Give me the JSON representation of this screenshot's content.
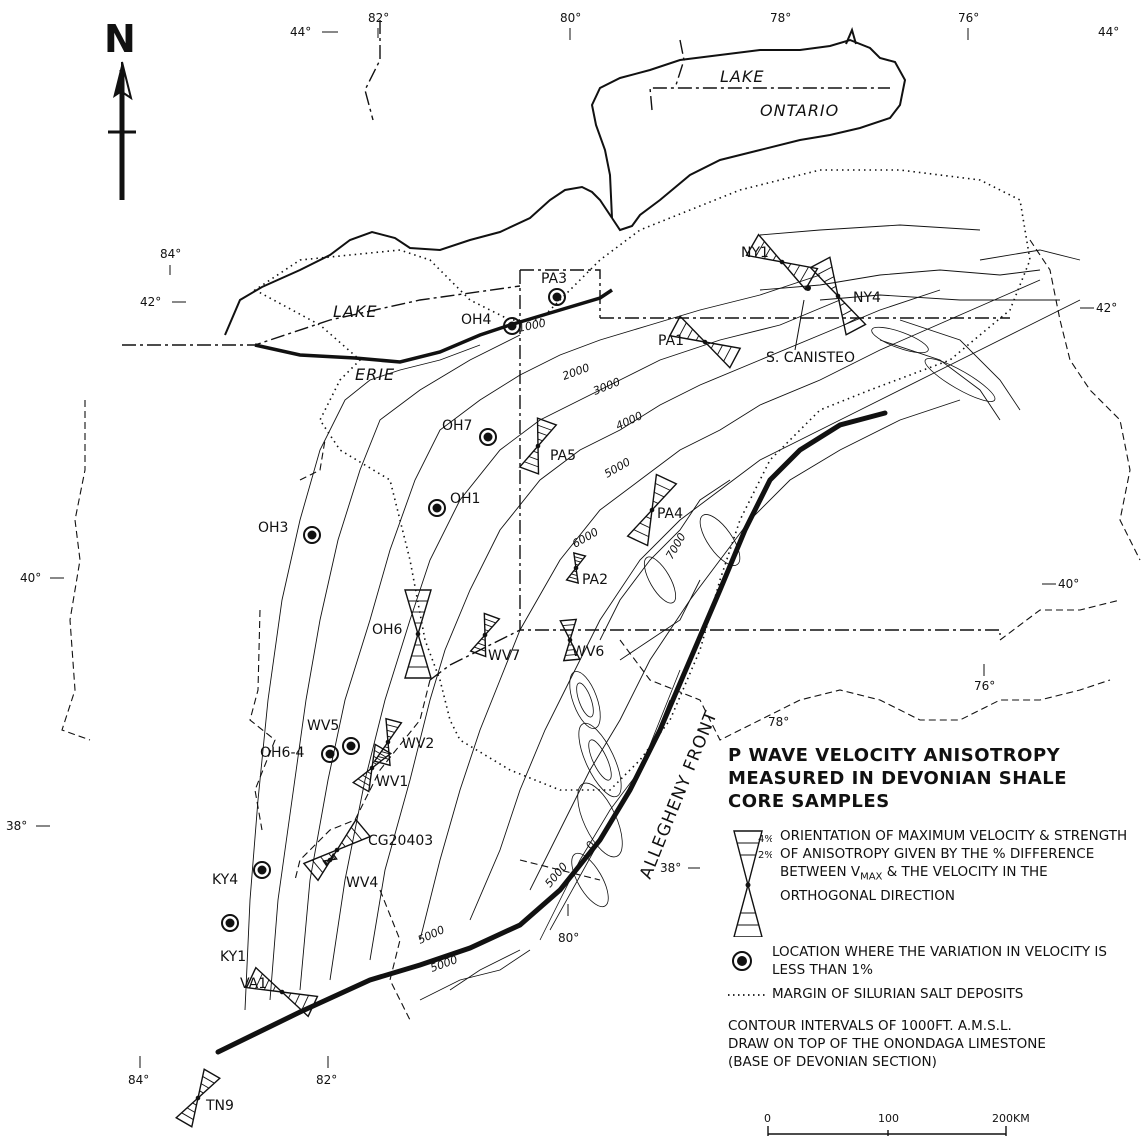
{
  "map": {
    "north_label": "N",
    "lakes": {
      "erie_1": "LAKE",
      "erie_2": "ERIE",
      "ontario_1": "LAKE",
      "ontario_2": "ONTARIO"
    },
    "front_label": "ALLEGHENY FRONT",
    "town_label": "S. CANISTEO",
    "coordinates": {
      "lon82_top": "82°",
      "lon80_top": "80°",
      "lon78_top": "78°",
      "lon76_top": "76°",
      "lat44_left": "44°",
      "lat44_right": "44°",
      "lon84_upper": "84°",
      "lat42_left": "42°",
      "lat42_right": "42°",
      "lat40_left": "40°",
      "lat40_right": "40°",
      "lon76_mid": "76°",
      "lon78_mid": "78°",
      "lat38_left": "38°",
      "lat38_mid": "38°",
      "lon80_bottom": "80°",
      "lon84_bottom": "84°",
      "lon82_bottom": "82°"
    },
    "contours": [
      "1000",
      "2000",
      "3000",
      "4000",
      "5000",
      "6000",
      "7000",
      "5000",
      "5000",
      "5000",
      "0"
    ],
    "circle_sites": [
      {
        "id": "PA3",
        "label": "PA3"
      },
      {
        "id": "OH4",
        "label": "OH4"
      },
      {
        "id": "OH7",
        "label": "OH7"
      },
      {
        "id": "OH1",
        "label": "OH1"
      },
      {
        "id": "OH3",
        "label": "OH3"
      },
      {
        "id": "WV5",
        "label": "WV5"
      },
      {
        "id": "OH6-4",
        "label": "OH6-4"
      },
      {
        "id": "KY4",
        "label": "KY4"
      },
      {
        "id": "KY1",
        "label": "KY1"
      }
    ],
    "anisotropy_sites": [
      {
        "id": "NY1",
        "label": "NY1"
      },
      {
        "id": "NY4",
        "label": "NY4"
      },
      {
        "id": "PA1",
        "label": "PA1"
      },
      {
        "id": "PA5",
        "label": "PA5"
      },
      {
        "id": "PA4",
        "label": "PA4"
      },
      {
        "id": "PA2",
        "label": "PA2"
      },
      {
        "id": "OH6",
        "label": "OH6"
      },
      {
        "id": "WV7",
        "label": "WV7"
      },
      {
        "id": "WV6",
        "label": "WV6"
      },
      {
        "id": "WV2",
        "label": "WV2"
      },
      {
        "id": "WV1",
        "label": "WV1"
      },
      {
        "id": "CG20403",
        "label": "CG20403"
      },
      {
        "id": "WV4",
        "label": "WV4"
      },
      {
        "id": "VA1",
        "label": "VA1"
      },
      {
        "id": "TN9",
        "label": "TN9"
      }
    ]
  },
  "legend": {
    "title_line1": "P WAVE VELOCITY ANISOTROPY",
    "title_line2": "MEASURED IN DEVONIAN SHALE",
    "title_line3": "CORE SAMPLES",
    "sym_pct_4": "4%",
    "sym_pct_2": "2%",
    "item1": "ORIENTATION OF MAXIMUM VELOCITY & STRENGTH OF ANISOTROPY GIVEN BY THE % DIFFERENCE BETWEEN V",
    "item1_sub": "MAX",
    "item1_end": " & THE VELOCITY IN THE ORTHOGONAL DIRECTION",
    "item2": "LOCATION WHERE THE VARIATION IN VELOCITY IS LESS THAN 1%",
    "item3": "MARGIN OF SILURIAN SALT DEPOSITS",
    "note1": "CONTOUR INTERVALS OF 1000FT. A.M.S.L.",
    "note2": "DRAW ON TOP OF THE ONONDAGA LIMESTONE",
    "note3": "(BASE OF DEVONIAN SECTION)"
  },
  "scale_bar": {
    "ticks": [
      "0",
      "100",
      "200KM"
    ]
  }
}
